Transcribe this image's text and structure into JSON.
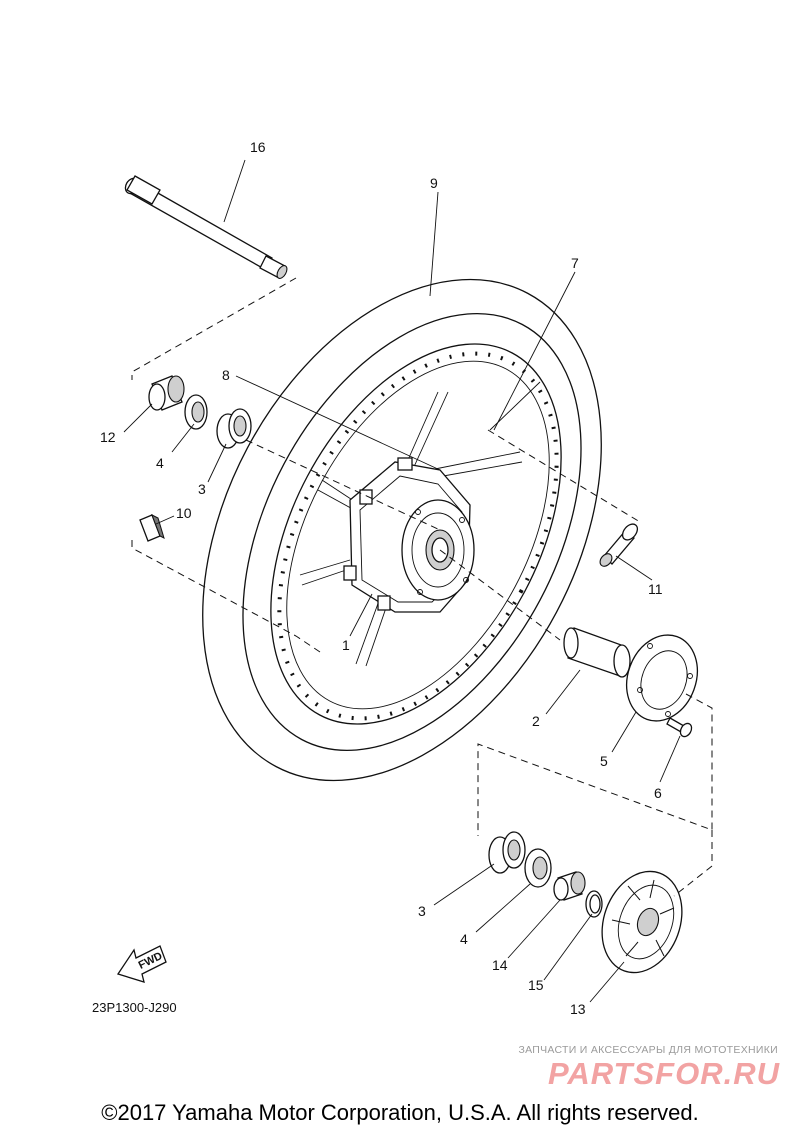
{
  "diagram": {
    "drawing_code": "23P1300-J290",
    "fwd_label": "FWD",
    "callouts": {
      "c1": "1",
      "c2": "2",
      "c3a": "3",
      "c3b": "3",
      "c4a": "4",
      "c4b": "4",
      "c5": "5",
      "c6": "6",
      "c7": "7",
      "c8": "8",
      "c9": "9",
      "c10": "10",
      "c11": "11",
      "c12": "12",
      "c13": "13",
      "c14": "14",
      "c15": "15",
      "c16": "16"
    }
  },
  "watermark": {
    "tagline": "ЗАПЧАСТИ И АКСЕССУАРЫ ДЛЯ МОТОТЕХНИКИ",
    "logo": "PARTSFOR.RU",
    "logo_color": "#f2a3a3"
  },
  "copyright": "©2017 Yamaha Motor Corporation, U.S.A. All rights reserved."
}
